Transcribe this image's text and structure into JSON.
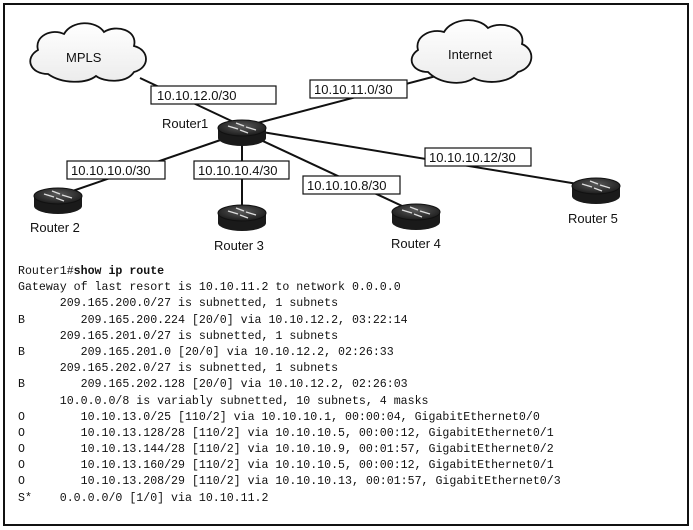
{
  "diagram": {
    "clouds": {
      "mpls": "MPLS",
      "internet": "Internet"
    },
    "routers": {
      "r1": "Router1",
      "r2": "Router 2",
      "r3": "Router 3",
      "r4": "Router 4",
      "r5": "Router 5"
    },
    "links": {
      "r1_mpls": "10.10.12.0/30",
      "r1_internet": "10.10.11.0/30",
      "r1_r2": "10.10.10.0/30",
      "r1_r3": "10.10.10.4/30",
      "r1_r4": "10.10.10.8/30",
      "r1_r5": "10.10.10.12/30"
    }
  },
  "cli": {
    "prompt": "Router1#",
    "command": "show ip route",
    "lines": [
      "Gateway of last resort is 10.10.11.2 to network 0.0.0.0",
      "      209.165.200.0/27 is subnetted, 1 subnets",
      "B        209.165.200.224 [20/0] via 10.10.12.2, 03:22:14",
      "      209.165.201.0/27 is subnetted, 1 subnets",
      "B        209.165.201.0 [20/0] via 10.10.12.2, 02:26:33",
      "      209.165.202.0/27 is subnetted, 1 subnets",
      "B        209.165.202.128 [20/0] via 10.10.12.2, 02:26:03",
      "      10.0.0.0/8 is variably subnetted, 10 subnets, 4 masks",
      "O        10.10.13.0/25 [110/2] via 10.10.10.1, 00:00:04, GigabitEthernet0/0",
      "O        10.10.13.128/28 [110/2] via 10.10.10.5, 00:00:12, GigabitEthernet0/1",
      "O        10.10.13.144/28 [110/2] via 10.10.10.9, 00:01:57, GigabitEthernet0/2",
      "O        10.10.13.160/29 [110/2] via 10.10.10.5, 00:00:12, GigabitEthernet0/1",
      "O        10.10.13.208/29 [110/2] via 10.10.10.13, 00:01:57, GigabitEthernet0/3",
      "S*    0.0.0.0/0 [1/0] via 10.10.11.2"
    ]
  }
}
